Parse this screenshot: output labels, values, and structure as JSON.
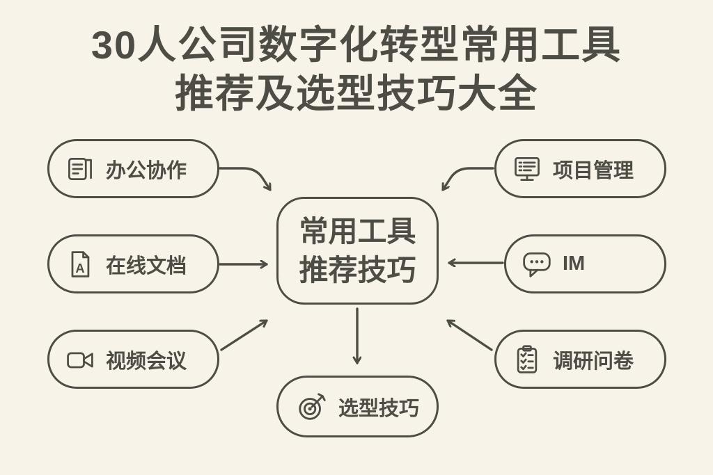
{
  "title": {
    "line1": "30人公司数字化转型常用工具",
    "line2": "推荐及选型技巧大全"
  },
  "center_node": {
    "line1": "常用工具",
    "line2": "推荐技巧"
  },
  "left_nodes": [
    {
      "label": "办公协作",
      "icon": "pages-lines-icon"
    },
    {
      "label": "在线文档",
      "icon": "document-a-icon",
      "icon_letter": "A"
    },
    {
      "label": "视频会议",
      "icon": "video-camera-icon"
    }
  ],
  "right_nodes": [
    {
      "label": "项目管理",
      "icon": "monitor-list-icon"
    },
    {
      "label": "IM",
      "icon": "chat-bubble-icon"
    },
    {
      "label": "调研问卷",
      "icon": "checklist-icon"
    }
  ],
  "bottom_node": {
    "label": "选型技巧",
    "icon": "target-dart-icon"
  },
  "colors": {
    "background": "#f7f3e9",
    "stroke": "#4e4d45",
    "text": "#4e4d45"
  }
}
